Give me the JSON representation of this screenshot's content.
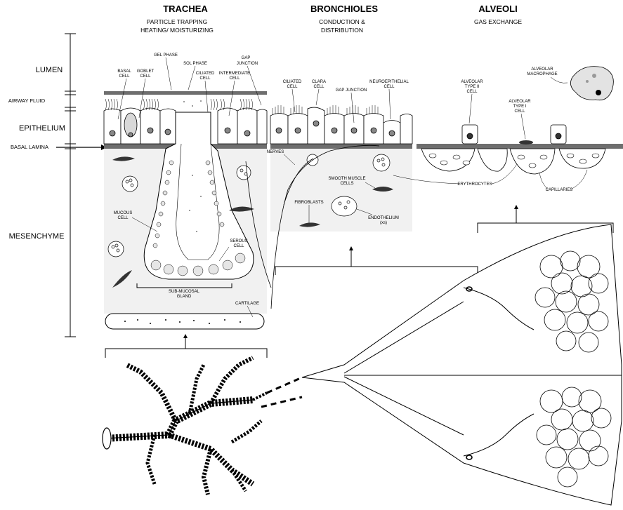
{
  "columns": {
    "trachea": {
      "title": "TRACHEA",
      "lines": [
        "PARTICLE TRAPPING",
        "HEATING/ MOISTURIZING"
      ]
    },
    "bronchioles": {
      "title": "BRONCHIOLES",
      "lines": [
        "CONDUCTION &",
        "DISTRIBUTION"
      ]
    },
    "alveoli": {
      "title": "ALVEOLI",
      "lines": [
        "GAS EXCHANGE"
      ]
    }
  },
  "layers": {
    "lumen": "LUMEN",
    "airway_fluid": "AIRWAY FLUID",
    "epithelium": "EPITHELIUM",
    "basal_lamina": "BASAL LAMINA",
    "mesenchyme": "MESENCHYME"
  },
  "trachea_labels": {
    "gel_phase": "GEL PHASE",
    "sol_phase": "SOL PHASE",
    "gap_junction": [
      "GAP",
      "JUNCTION"
    ],
    "basal_cell": [
      "BASAL",
      "CELL"
    ],
    "goblet_cell": [
      "GOBLET",
      "CELL"
    ],
    "ciliated_cell": [
      "CILIATED",
      "CELL"
    ],
    "intermediate_cell": [
      "INTERMEDIATE",
      "CELL"
    ],
    "mucous_cell": [
      "MUCOUS",
      "CELL"
    ],
    "serous_cell": [
      "SEROUS",
      "CELL"
    ],
    "submucosal_gland": [
      "SUB-MUCOSAL",
      "GLAND"
    ],
    "cartilage": "CARTILAGE"
  },
  "bronchiole_labels": {
    "ciliated_cell": [
      "CILIATED",
      "CELL"
    ],
    "clara_cell": [
      "CLARA",
      "CELL"
    ],
    "gap_junction": "GAP JUNCTION",
    "neuroepithelial_cell": [
      "NEUROEPITHELIAL",
      "CELL"
    ],
    "nerves": "NERVES",
    "smooth_muscle_cells": [
      "SMOOTH MUSCLE",
      "CELLS"
    ],
    "fibroblasts": "FIBROBLASTS",
    "endothelium": [
      "ENDOTHELIUM",
      "(xs)"
    ]
  },
  "alveoli_labels": {
    "alveolar_type_ii": [
      "ALVEOLAR",
      "TYPE II",
      "CELL"
    ],
    "alveolar_type_i": [
      "ALVEOLAR",
      "TYPE I",
      "CELL"
    ],
    "alveolar_macrophage": [
      "ALVEOLAR",
      "MACROPHAGE"
    ],
    "erythrocytes": "ERYTHROCYTES",
    "capillaries": "CAPILLARIES"
  },
  "colors": {
    "line": "#000000",
    "panel_fill": "#f1f1f1",
    "lamina": "#6e6e6e",
    "cell_fill": "#d8d8d8"
  }
}
